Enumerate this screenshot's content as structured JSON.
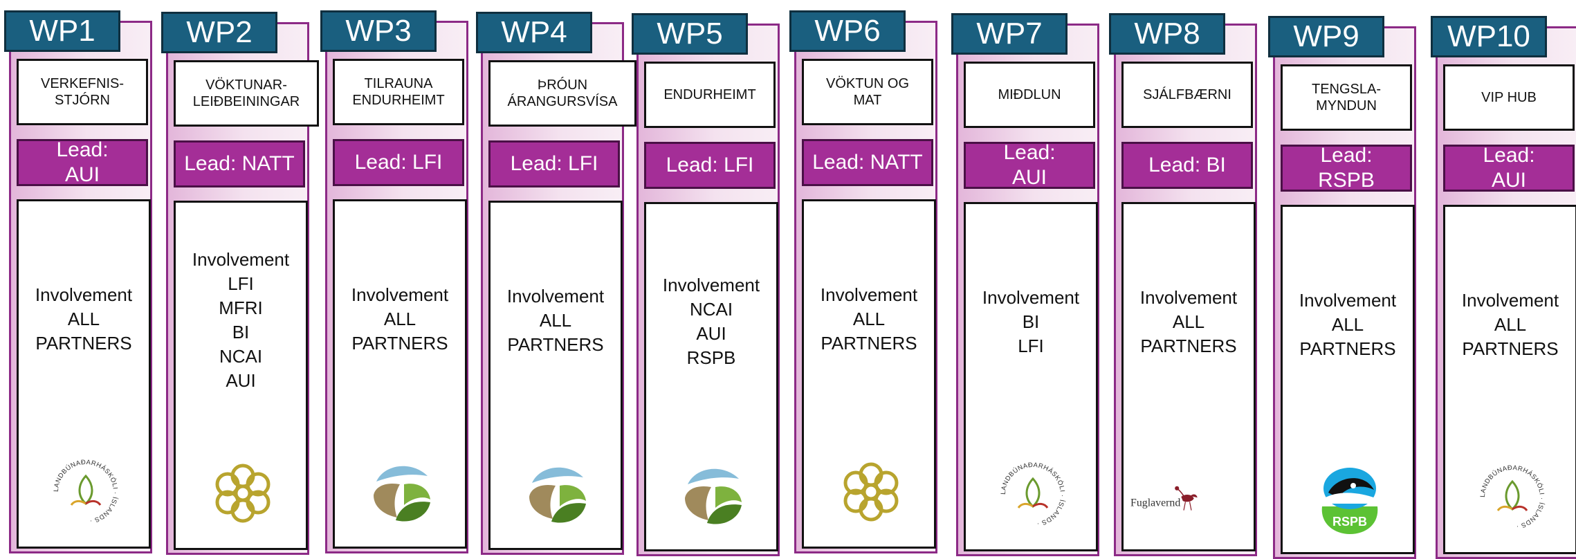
{
  "packages": [
    {
      "id": "WP1",
      "title": "VERKEFNIS-\nSTJÓRN",
      "lead": "Lead:\nAUI",
      "involvement": "Involvement\nALL\nPARTNERS",
      "logo": "aui-logo"
    },
    {
      "id": "WP2",
      "title": "VÖKTUNAR-\nLEIÐBEININGAR",
      "lead": "Lead: NATT",
      "involvement": "Involvement\nLFI\nMFRI\nBI\nNCAI\nAUI",
      "logo": "natt-logo"
    },
    {
      "id": "WP3",
      "title": "TILRAUNA\nENDURHEIMT",
      "lead": "Lead: LFI",
      "involvement": "Involvement\nALL\nPARTNERS",
      "logo": "lfi-logo"
    },
    {
      "id": "WP4",
      "title": "ÞRÓUN\nÁRANGURSVÍSA",
      "lead": "Lead: LFI",
      "involvement": "Involvement\nALL\nPARTNERS",
      "logo": "lfi-logo"
    },
    {
      "id": "WP5",
      "title": "ENDURHEIMT",
      "lead": "Lead: LFI",
      "involvement": "Involvement\nNCAI\nAUI\nRSPB",
      "logo": "lfi-logo"
    },
    {
      "id": "WP6",
      "title": "VÖKTUN OG\nMAT",
      "lead": "Lead: NATT",
      "involvement": "Involvement\nALL\nPARTNERS",
      "logo": "natt-logo"
    },
    {
      "id": "WP7",
      "title": "MIÐDLUN",
      "lead": "Lead:\nAUI",
      "involvement": "Involvement\nBI\nLFI",
      "logo": "aui-logo"
    },
    {
      "id": "WP8",
      "title": "SJÁLFBÆRNI",
      "lead": "Lead: BI",
      "involvement": "Involvement\nALL\nPARTNERS",
      "logo": "fuglavernd-logo"
    },
    {
      "id": "WP9",
      "title": "TENGSLA-\nMYNDUN",
      "lead": "Lead:\nRSPB",
      "involvement": "Involvement\nALL\nPARTNERS",
      "logo": "rspb-logo"
    },
    {
      "id": "WP10",
      "title": "VIP HUB",
      "lead": "Lead:\nAUI",
      "involvement": "Involvement\nALL\nPARTNERS",
      "logo": "aui-logo"
    }
  ],
  "logo_text": {
    "aui_ring": "LANDBÚNAÐARHÁSKÓLI · ÍSLANDS ·",
    "fuglavernd": "Fuglavernd",
    "rspb": "RSPB"
  },
  "colors": {
    "tab": "#1a5f7f",
    "lead": "#a42e97",
    "frame": "#8c2a86"
  }
}
